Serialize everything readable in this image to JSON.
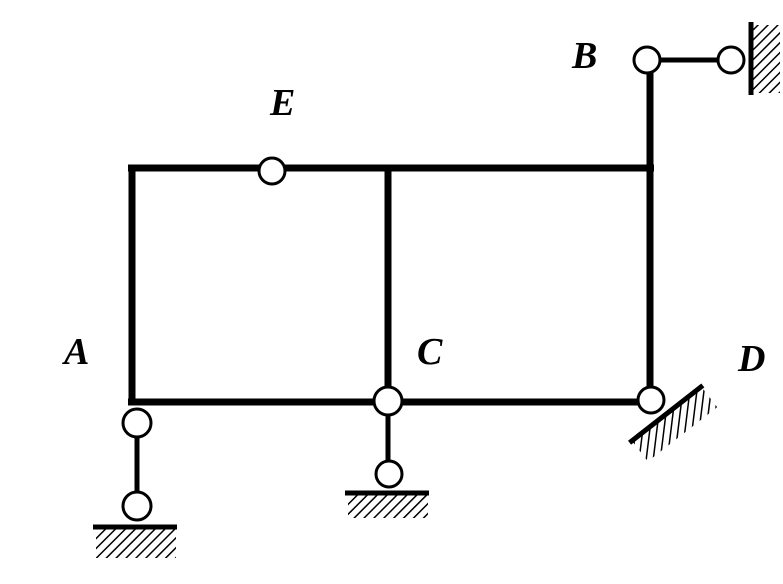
{
  "labels": {
    "A": "A",
    "B": "B",
    "C": "C",
    "D": "D",
    "E": "E"
  },
  "colors": {
    "line": "#000000",
    "hinge_fill": "#ffffff",
    "background": "#ffffff"
  }
}
